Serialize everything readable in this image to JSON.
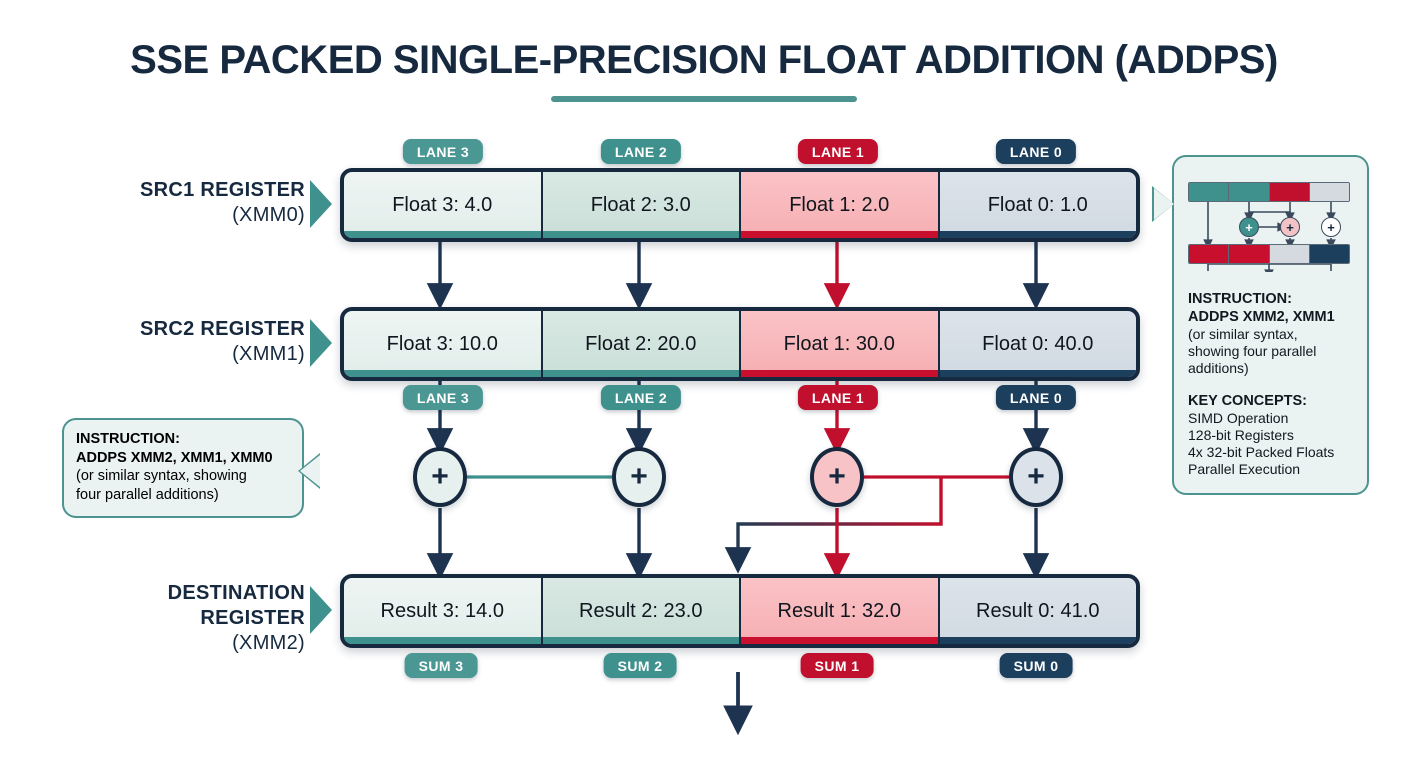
{
  "title": "SSE PACKED SINGLE-PRECISION FLOAT ADDITION (ADDPS)",
  "colors": {
    "navy": "#16293f",
    "teal": "#3e918c",
    "teal_badge": "#4b9793",
    "red": "#c0102e",
    "blue": "#1d3f5e",
    "panel_bg": "#eaf3f1",
    "panel_border": "#4d9490"
  },
  "rows": {
    "src1": {
      "label_main": "SRC1 REGISTER",
      "label_sub": "(XMM0)",
      "cells": [
        {
          "text": "Float 3: 4.0",
          "lane": "l3"
        },
        {
          "text": "Float 2: 3.0",
          "lane": "l2"
        },
        {
          "text": "Float 1: 2.0",
          "lane": "l1"
        },
        {
          "text": "Float 0: 1.0",
          "lane": "l0"
        }
      ]
    },
    "src2": {
      "label_main": "SRC2 REGISTER",
      "label_sub": "(XMM1)",
      "cells": [
        {
          "text": "Float 3: 10.0",
          "lane": "l3"
        },
        {
          "text": "Float 2: 20.0",
          "lane": "l2"
        },
        {
          "text": "Float 1: 30.0",
          "lane": "l1"
        },
        {
          "text": "Float 0: 40.0",
          "lane": "l0"
        }
      ]
    },
    "dest": {
      "label_main_1": "DESTINATION",
      "label_main_2": "REGISTER",
      "label_sub": "(XMM2)",
      "cells": [
        {
          "text": "Result 3: 14.0",
          "lane": "l3"
        },
        {
          "text": "Result 2: 23.0",
          "lane": "l2"
        },
        {
          "text": "Result 1: 32.0",
          "lane": "l1"
        },
        {
          "text": "Result 0: 41.0",
          "lane": "l0"
        }
      ]
    }
  },
  "lane_badges_top": [
    "LANE 3",
    "LANE 2",
    "LANE 1",
    "LANE 0"
  ],
  "lane_badges_mid": [
    "LANE 3",
    "LANE 2",
    "LANE 1",
    "LANE 0"
  ],
  "sum_badges": [
    "SUM 3",
    "SUM 2",
    "SUM 1",
    "SUM 0"
  ],
  "adders": [
    "+",
    "+",
    "+",
    "+"
  ],
  "left_callout": {
    "heading": "INSTRUCTION:",
    "line2": "ADDPS XMM2, XMM1, XMM0",
    "line3": "(or similar syntax, showing",
    "line4": "four parallel additions)"
  },
  "right_panel": {
    "instruction_heading": "INSTRUCTION:",
    "instruction_line2": "ADDPS XMM2, XMM1",
    "instruction_line3": "(or similar syntax,",
    "instruction_line4": "showing four parallel",
    "instruction_line5": "additions)",
    "concepts_heading": "KEY CONCEPTS:",
    "concepts": [
      "SIMD Operation",
      "128-bit Registers",
      "4x 32-bit Packed Floats",
      "Parallel Execution"
    ],
    "mini_diagram": {
      "top_segments": [
        "#3e918c",
        "#3e918c",
        "#c0102e",
        "#d4dae0"
      ],
      "bottom_segments": [
        "#c8102e",
        "#c8102e",
        "#d4dae0",
        "#1d3f5e"
      ],
      "plus_signs": [
        "+",
        "+",
        "+"
      ],
      "plus_colors": [
        "#3e918c",
        "#f3c2c6",
        "#ffffff"
      ]
    }
  }
}
